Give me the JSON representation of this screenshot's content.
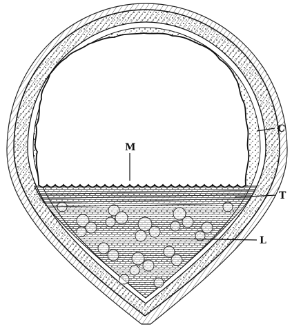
{
  "figure": {
    "labels": {
      "M": "M",
      "C": "C",
      "T": "T",
      "L": "L"
    },
    "colors": {
      "ink": "#111111",
      "paper": "#ffffff"
    }
  }
}
